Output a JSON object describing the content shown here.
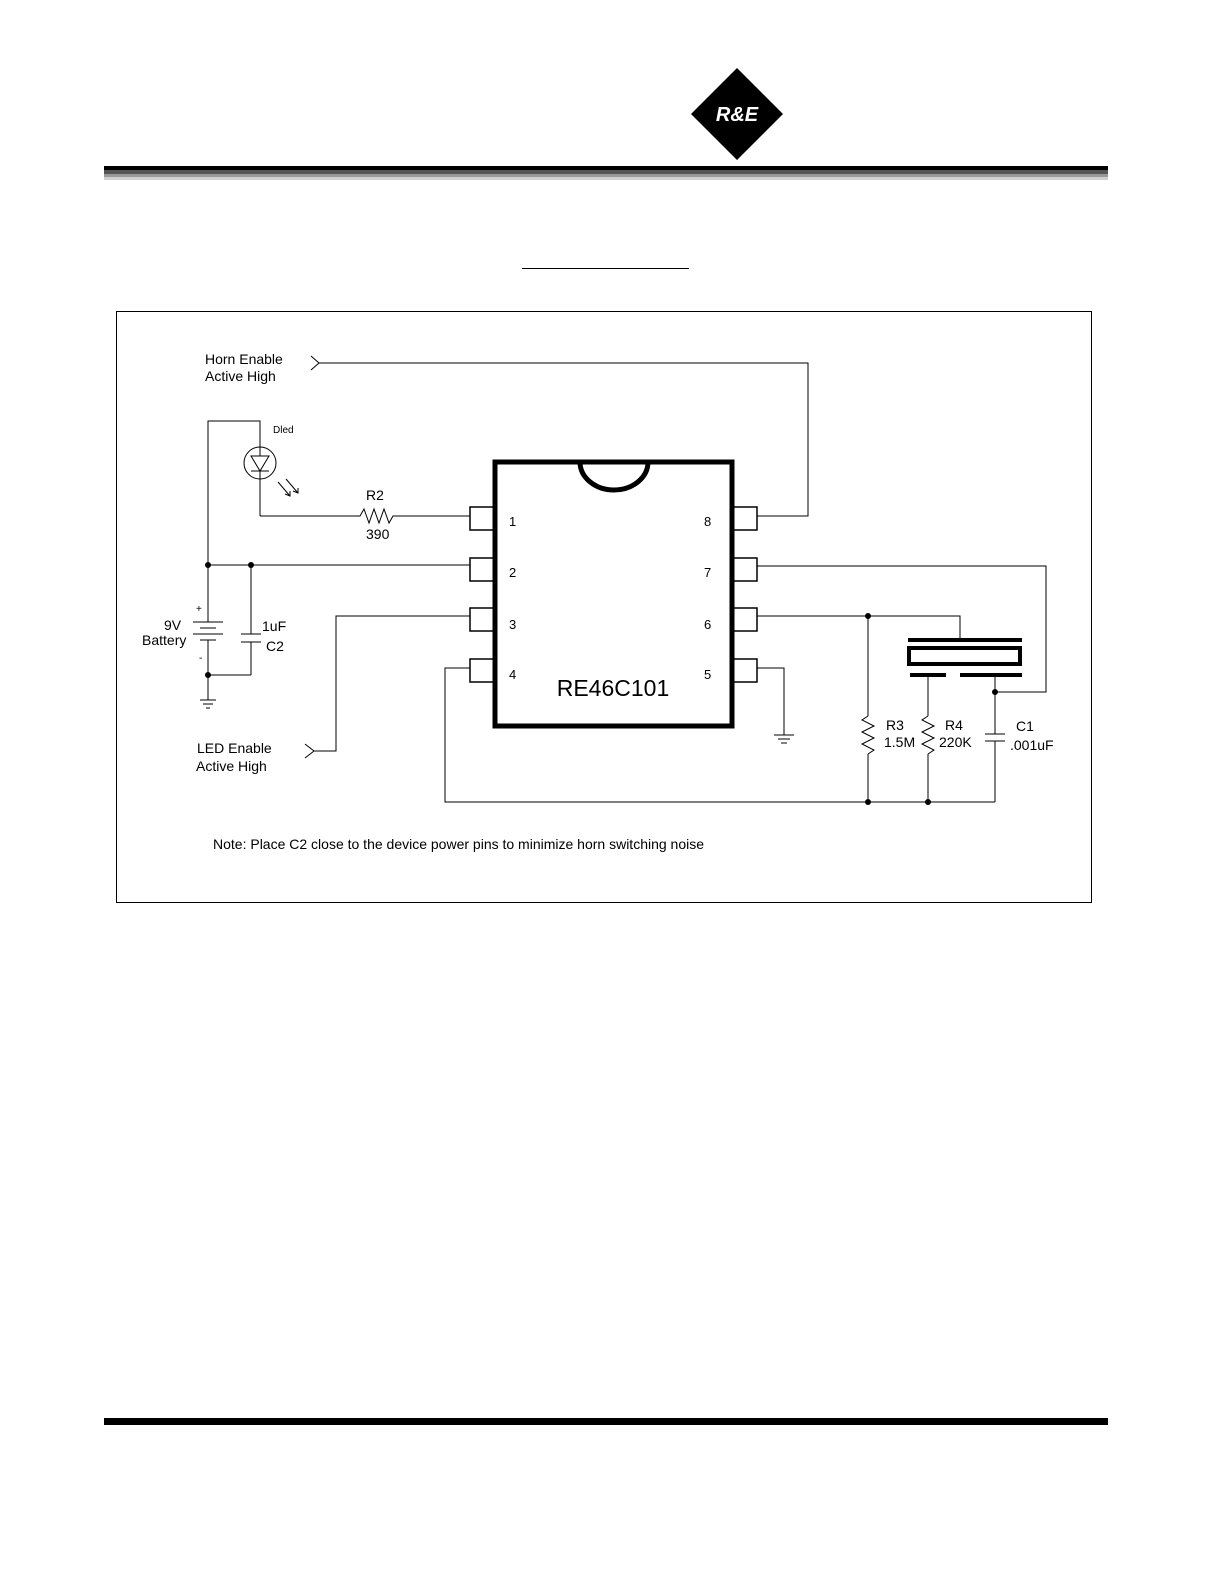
{
  "header": {
    "logo_text": "R&E"
  },
  "schematic": {
    "horn_enable": [
      "Horn Enable",
      "Active High"
    ],
    "led_enable": [
      "LED Enable",
      "Active High"
    ],
    "led_label": "Dled",
    "r2": {
      "name": "R2",
      "value": "390"
    },
    "battery": {
      "value": "9V",
      "name": "Battery",
      "plus": "+",
      "minus": "-"
    },
    "c2": {
      "value": "1uF",
      "name": "C2"
    },
    "ic_name": "RE46C101",
    "pins": [
      "1",
      "2",
      "3",
      "4",
      "5",
      "6",
      "7",
      "8"
    ],
    "r3": {
      "name": "R3",
      "value": "1.5M"
    },
    "r4": {
      "name": "R4",
      "value": "220K"
    },
    "c1": {
      "name": "C1",
      "value": ".001uF"
    },
    "note": "Note: Place C2 close to the device power pins to minimize horn switching noise"
  }
}
